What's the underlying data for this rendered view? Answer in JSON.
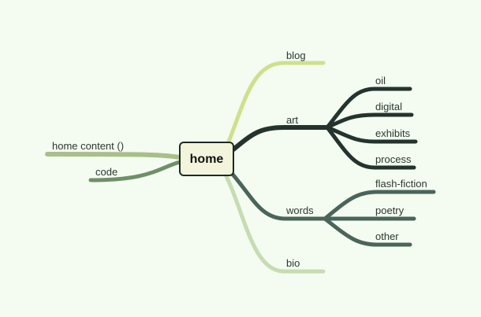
{
  "center": {
    "label": "home"
  },
  "branches": {
    "blog": {
      "label": "blog",
      "color": "#cfe08c"
    },
    "art": {
      "label": "art",
      "color": "#24332d",
      "children": [
        "oil",
        "digital",
        "exhibits",
        "process"
      ]
    },
    "words": {
      "label": "words",
      "color": "#4a6559",
      "children": [
        "flash-fiction",
        "poetry",
        "other"
      ]
    },
    "bio": {
      "label": "bio",
      "color": "#c7dcb0"
    },
    "home_content": {
      "label": "home content ()",
      "color": "#a9bf8a"
    },
    "code": {
      "label": "code",
      "color": "#6f8f68"
    }
  }
}
